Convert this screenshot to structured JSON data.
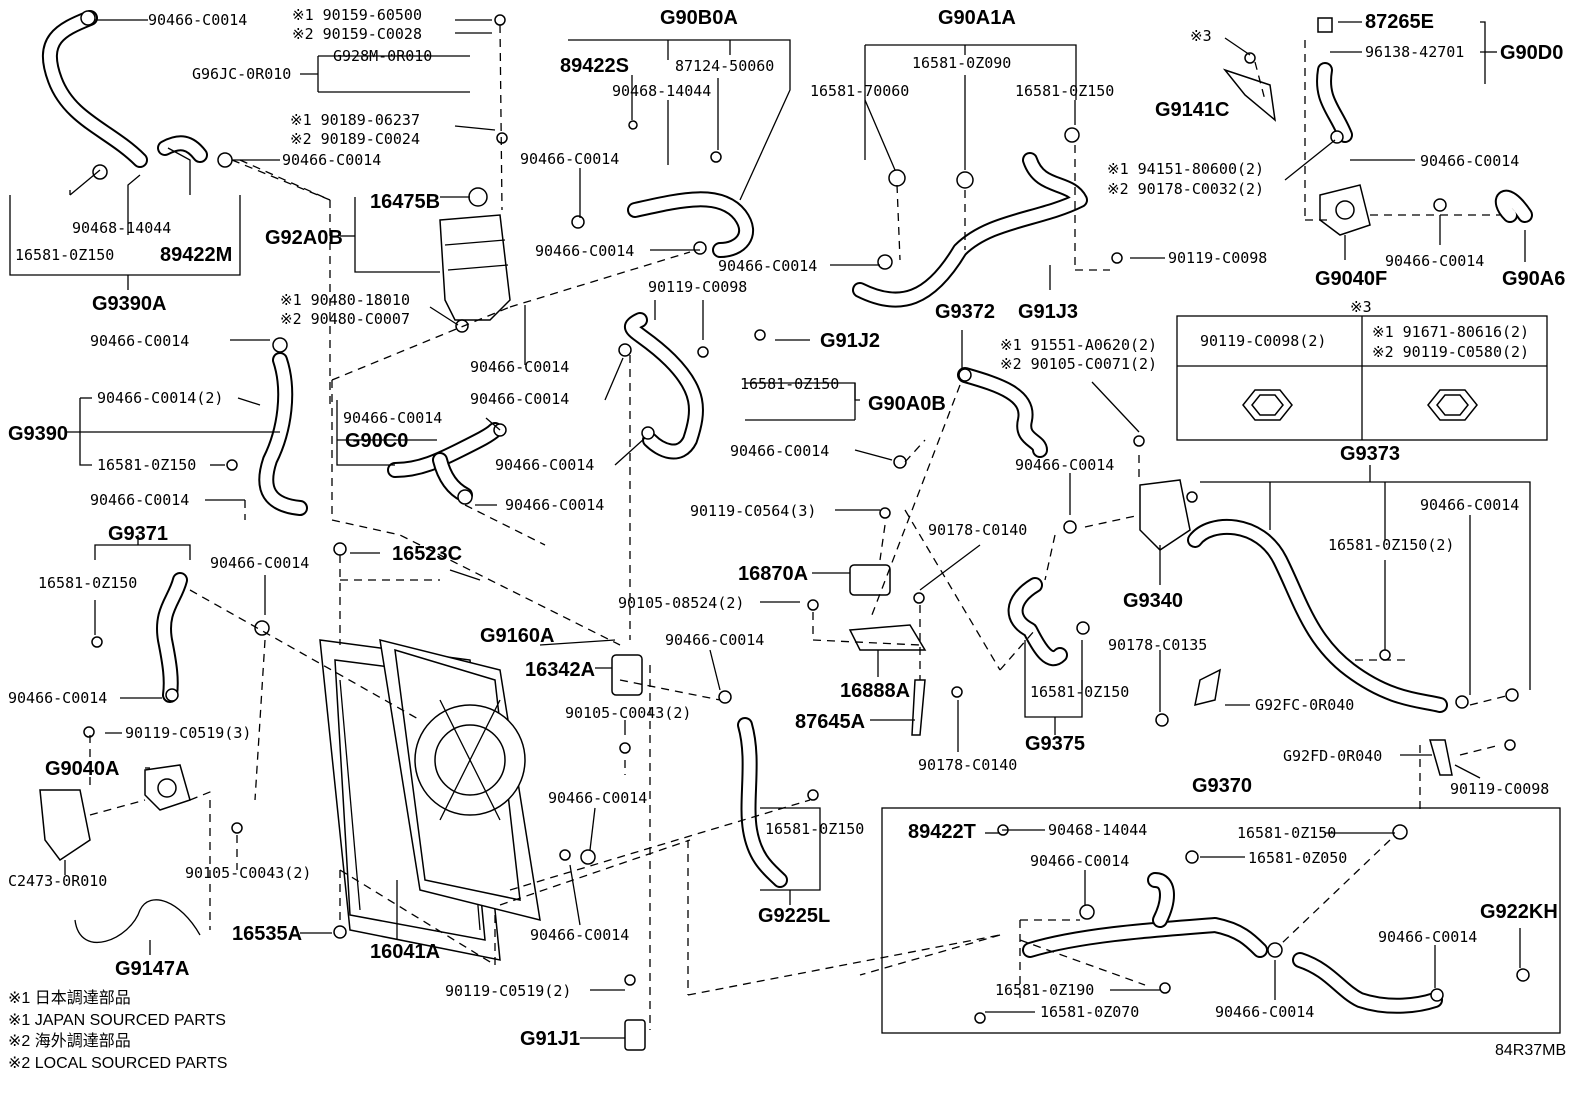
{
  "labels": {
    "l_90466_tl": "90466-C0014",
    "l_90159_1": "※1 90159-60500",
    "l_90159_2": "※2 90159-C0028",
    "l_g928m": "G928M-0R010",
    "l_g96jc": "G96JC-0R010",
    "l_90189_1": "※1 90189-06237",
    "l_90189_2": "※2 90189-C0024",
    "l_90466_b": "90466-C0014",
    "l_90468_l": "90468-14044",
    "l_16581_l": "16581-0Z150",
    "l_89422m": "89422M",
    "l_g9390a": "G9390A",
    "l_16475b": "16475B",
    "l_g92a0b": "G92A0B",
    "l_90480_1": "※1 90480-18010",
    "l_90480_2": "※2 90480-C0007",
    "l_90466_c": "90466-C0014",
    "l_g90b0a": "G90B0A",
    "l_89422s": "89422S",
    "l_87124": "87124-50060",
    "l_90468_m": "90468-14044",
    "l_90466_d": "90466-C0014",
    "l_90466_e": "90466-C0014",
    "l_90466_f": "90466-C0014",
    "l_g90a1a": "G90A1A",
    "l_16581_0z090": "16581-0Z090",
    "l_16581_70060": "16581-70060",
    "l_16581_tr": "16581-0Z150",
    "l_90466_g": "90466-C0014",
    "l_90119_a": "90119-C0098",
    "l_g91j3": "G91J3",
    "l_87265e": "87265E",
    "l_96138": "96138-42701",
    "l_g90d0": "G90D0",
    "l_mark3": "※3",
    "l_g9141c": "G9141C",
    "l_94151": "※1 94151-80600(2)",
    "l_90178": "※2 90178-C0032(2)",
    "l_90466_h": "90466-C0014",
    "l_90466_i": "90466-C0014",
    "l_g9040f": "G9040F",
    "l_g90a6": "G90A6",
    "l_mark3b": "※3",
    "l_tbl_left": "90119-C0098(2)",
    "l_tbl_r1": "※1 91671-80616(2)",
    "l_tbl_r2": "※2 90119-C0580(2)",
    "l_90119_b": "90119-C0098",
    "l_g91j2": "G91J2",
    "l_16581_g90a0b": "16581-0Z150",
    "l_g90a0b": "G90A0B",
    "l_90466_j": "90466-C0014",
    "l_g9372": "G9372",
    "l_91551": "※1 91551-A0620(2)",
    "l_90105_c71": "※2 90105-C0071(2)",
    "l_90466_k": "90466-C0014",
    "l_g90c0": "G90C0",
    "l_90466_l": "90466-C0014",
    "l_90466_m": "90466-C0014",
    "l_90466_n": "90466-C0014",
    "l_g9390": "G9390",
    "l_90466_2": "90466-C0014(2)",
    "l_16581_g9390": "16581-0Z150",
    "l_90466_o": "90466-C0014",
    "l_g9371": "G9371",
    "l_16581_g9371": "16581-0Z150",
    "l_90466_p": "90466-C0014",
    "l_16523c": "16523C",
    "l_90119_0564": "90119-C0564(3)",
    "l_16870a": "16870A",
    "l_90178_0140a": "90178-C0140",
    "l_90466_q": "90466-C0014",
    "l_g9340": "G9340",
    "l_g9373": "G9373",
    "l_90466_r": "90466-C0014",
    "l_16581_2": "16581-0Z150(2)",
    "l_90105_08524": "90105-08524(2)",
    "l_g9160a": "G9160A",
    "l_16342a": "16342A",
    "l_90466_s": "90466-C0014",
    "l_16888a": "16888A",
    "l_87645a": "87645A",
    "l_90178_0140b": "90178-C0140",
    "l_16581_g9375": "16581-0Z150",
    "l_g9375": "G9375",
    "l_90178_0135": "90178-C0135",
    "l_g92fc": "G92FC-0R040",
    "l_g92fd": "G92FD-0R040",
    "l_90119_c": "90119-C0098",
    "l_90466_t": "90466-C0014",
    "l_90119_0519": "90119-C0519(3)",
    "l_g9040a": "G9040A",
    "l_90105_0043a": "90105-C0043(2)",
    "l_90105_0043b": "90105-C0043(2)",
    "l_c2473": "C2473-0R010",
    "l_g9147a": "G9147A",
    "l_16535a": "16535A",
    "l_16041a": "16041A",
    "l_90466_u": "90466-C0014",
    "l_90466_v": "90466-C0014",
    "l_16581_g9225l": "16581-0Z150",
    "l_g9225l": "G9225L",
    "l_g9370": "G9370",
    "l_89422t": "89422T",
    "l_90468_r": "90468-14044",
    "l_90466_w": "90466-C0014",
    "l_16581_g9370": "16581-0Z150",
    "l_16581_0z050": "16581-0Z050",
    "l_g922kh": "G922KH",
    "l_90466_x": "90466-C0014",
    "l_16581_0z190": "16581-0Z190",
    "l_16581_0z070": "16581-0Z070",
    "l_90466_y": "90466-C0014",
    "l_90119_0519b": "90119-C0519(2)",
    "l_g91j1": "G91J1",
    "l_84r37mb": "84R37MB"
  },
  "legend": [
    "※1 日本調達部品",
    "※1 JAPAN SOURCED PARTS",
    "※2 海外調達部品",
    "※2 LOCAL SOURCED PARTS"
  ]
}
